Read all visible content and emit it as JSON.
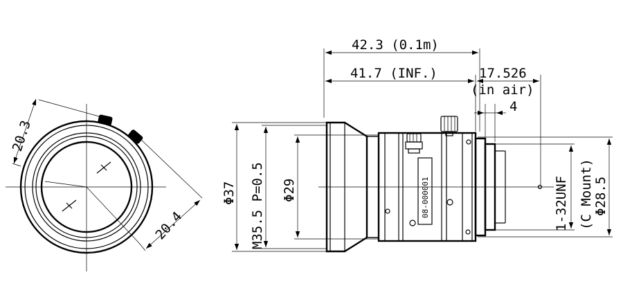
{
  "front_view": {
    "dim_top": "20.3",
    "dim_bottom": "20.4"
  },
  "side_view": {
    "dim_focus_close": "42.3 (0.1m)",
    "dim_focus_inf": "41.7 (INF.)",
    "dim_flange_back": "17.526",
    "dim_flange_back_note": "(in air)",
    "dim_mount_depth": "4",
    "dim_outer_dia": "Φ37",
    "dim_filter_thread": "M35.5 P=0.5",
    "dim_body_dia": "Φ29",
    "dim_mount_thread": "1-32UNF",
    "dim_mount_note": "(C Mount)",
    "dim_mount_dia": "Φ28.5",
    "serial_label": "08-000001"
  }
}
